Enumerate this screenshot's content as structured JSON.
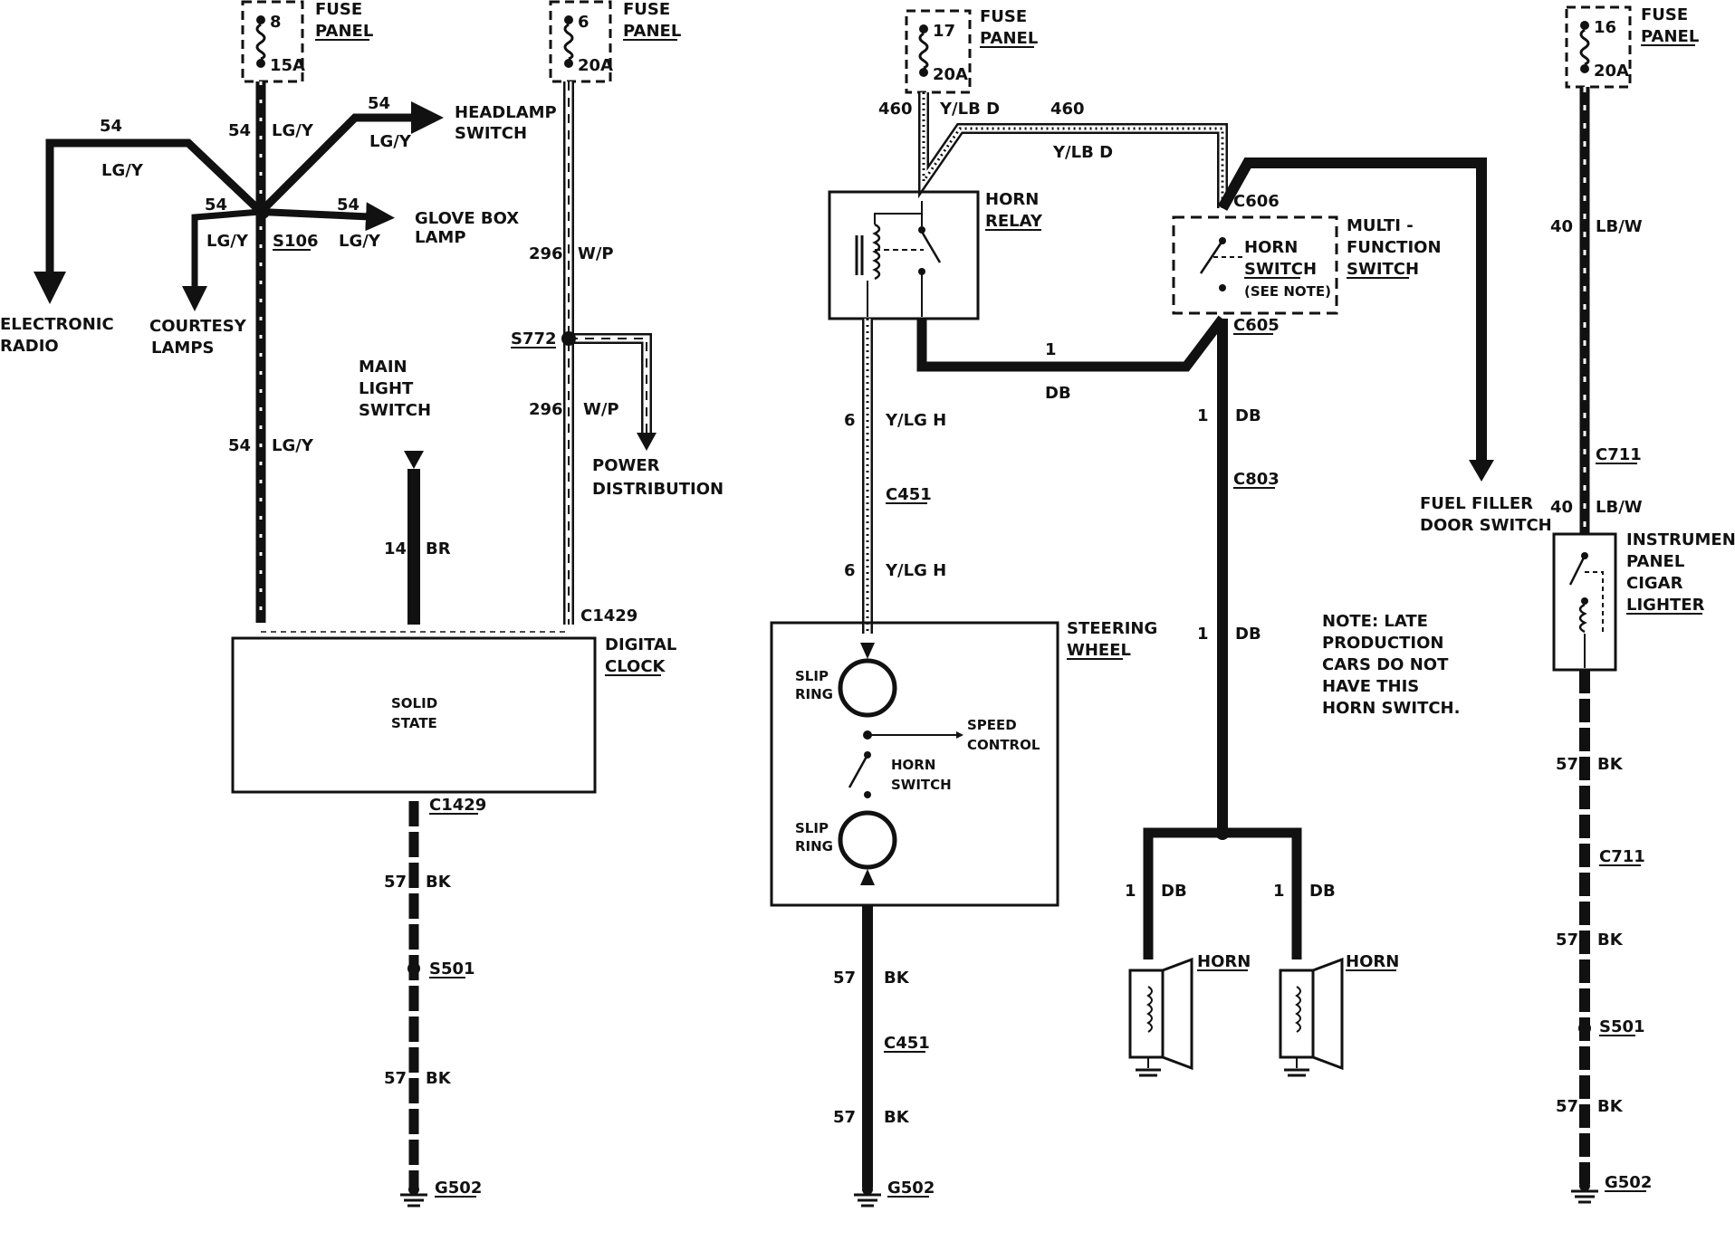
{
  "fuses": [
    {
      "id": "f8",
      "number": "8",
      "rating": "15A",
      "label1": "FUSE",
      "label2": "PANEL"
    },
    {
      "id": "f6",
      "number": "6",
      "rating": "20A",
      "label1": "FUSE",
      "label2": "PANEL"
    },
    {
      "id": "f17",
      "number": "17",
      "rating": "20A",
      "label1": "FUSE",
      "label2": "PANEL"
    },
    {
      "id": "f16",
      "number": "16",
      "rating": "20A",
      "label1": "FUSE",
      "label2": "PANEL"
    }
  ],
  "left": {
    "w54": "54",
    "lgy": "LG/Y",
    "headlamp1": "HEADLAMP",
    "headlamp2": "SWITCH",
    "glove1": "GLOVE BOX",
    "glove2": "LAMP",
    "s106": "S106",
    "radio1": "ELECTRONIC",
    "radio2": "RADIO",
    "courtesy1": "COURTESY",
    "courtesy2": "LAMPS",
    "mls1": "MAIN",
    "mls2": "LIGHT",
    "mls3": "SWITCH",
    "w14": "14",
    "br": "BR",
    "w296": "296",
    "wp": "W/P",
    "s772": "S772",
    "pd1": "POWER",
    "pd2": "DISTRIBUTION",
    "c1429": "C1429",
    "clock1": "DIGITAL",
    "clock2": "CLOCK",
    "ss1": "SOLID",
    "ss2": "STATE",
    "w57": "57",
    "bk": "BK",
    "s501": "S501",
    "g502": "G502"
  },
  "middle": {
    "w460": "460",
    "ylbd": "Y/LB D",
    "relay1": "HORN",
    "relay2": "RELAY",
    "c606": "C606",
    "c605": "C605",
    "mf1": "MULTI -",
    "mf2": "FUNCTION",
    "mf3": "SWITCH",
    "hs1": "HORN",
    "hs2": "SWITCH",
    "hs3": "(SEE NOTE)",
    "w1": "1",
    "db": "DB",
    "w6": "6",
    "ylgh": "Y/LG H",
    "c451": "C451",
    "c803": "C803",
    "fuel1": "FUEL FILLER",
    "fuel2": "DOOR SWITCH",
    "sw1": "STEERING",
    "sw2": "WHEEL",
    "slip1": "SLIP",
    "slip2": "RING",
    "sc1": "SPEED",
    "sc2": "CONTROL",
    "hsw1": "HORN",
    "hsw2": "SWITCH",
    "note": [
      "NOTE: LATE",
      "PRODUCTION",
      "CARS DO NOT",
      "HAVE THIS",
      "HORN SWITCH."
    ],
    "horn": "HORN",
    "w57": "57",
    "bk": "BK",
    "g502": "G502"
  },
  "right": {
    "w40": "40",
    "lbw": "LB/W",
    "c711": "C711",
    "ip1": "INSTRUMENT",
    "ip2": "PANEL",
    "ip3": "CIGAR",
    "ip4": "LIGHTER",
    "w57": "57",
    "bk": "BK",
    "s501": "S501",
    "g502": "G502"
  }
}
